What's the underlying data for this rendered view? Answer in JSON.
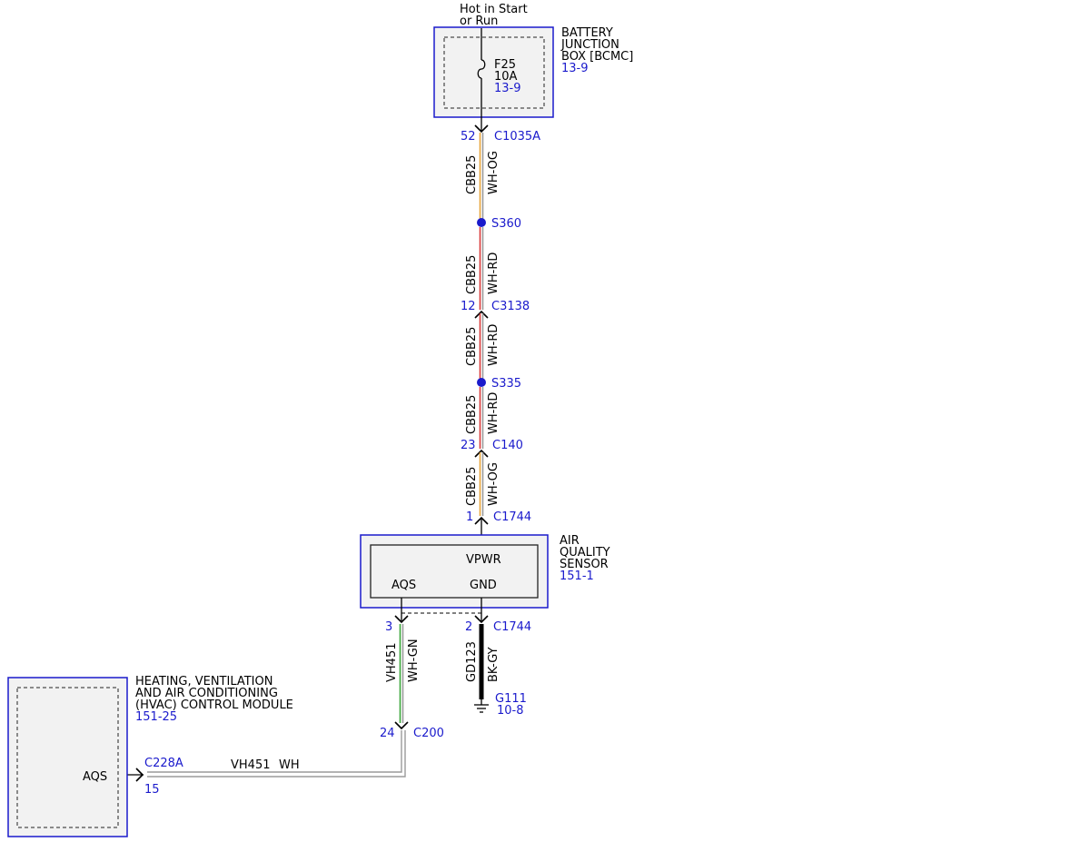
{
  "colors": {
    "connector_blue": "#1a1acc",
    "box_fill": "#f2f2f2",
    "wire_orange": "#e8a33a",
    "wire_red": "#d93a3a",
    "wire_green": "#3aa63a",
    "wire_gray": "#9a9a9a"
  },
  "supply": {
    "line1": "Hot in Start",
    "line2": "or Run"
  },
  "bjb": {
    "line1": "BATTERY",
    "line2": "JUNCTION",
    "line3": "BOX [BCMC]",
    "ref": "13-9",
    "fuse_name": "F25",
    "fuse_rating": "10A",
    "fuse_ref": "13-9"
  },
  "conn_c1035a": {
    "pin": "52",
    "name": "C1035A"
  },
  "wire1": {
    "circuit": "CBB25",
    "color": "WH-OG"
  },
  "splice_s360": {
    "name": "S360"
  },
  "wire2": {
    "circuit": "CBB25",
    "color": "WH-RD"
  },
  "conn_c3138": {
    "pin": "12",
    "name": "C3138"
  },
  "wire3": {
    "circuit": "CBB25",
    "color": "WH-RD"
  },
  "splice_s335": {
    "name": "S335"
  },
  "wire4": {
    "circuit": "CBB25",
    "color": "WH-RD"
  },
  "conn_c140": {
    "pin": "23",
    "name": "C140"
  },
  "wire5": {
    "circuit": "CBB25",
    "color": "WH-OG"
  },
  "conn_c1744_top": {
    "pin": "1",
    "name": "C1744"
  },
  "aqs_sensor": {
    "line1": "AIR",
    "line2": "QUALITY",
    "line3": "SENSOR",
    "ref": "151-1",
    "pin_vpwr": "VPWR",
    "pin_aqs": "AQS",
    "pin_gnd": "GND"
  },
  "conn_c1744_bottom": {
    "pin_aqs": "3",
    "pin_gnd": "2",
    "name": "C1744"
  },
  "wire_vh451": {
    "circuit": "VH451",
    "color": "WH-GN"
  },
  "wire_gd123": {
    "circuit": "GD123",
    "color": "BK-GY"
  },
  "ground_g111": {
    "name": "G111",
    "ref": "10-8"
  },
  "conn_c200": {
    "pin": "24",
    "name": "C200"
  },
  "hvac": {
    "line1": "HEATING, VENTILATION",
    "line2": "AND AIR CONDITIONING",
    "line3": "(HVAC) CONTROL MODULE",
    "ref": "151-25",
    "pin_label": "AQS"
  },
  "conn_c228a": {
    "name": "C228A",
    "pin": "15"
  },
  "wire_bottom": {
    "circuit": "VH451",
    "color": "WH"
  }
}
